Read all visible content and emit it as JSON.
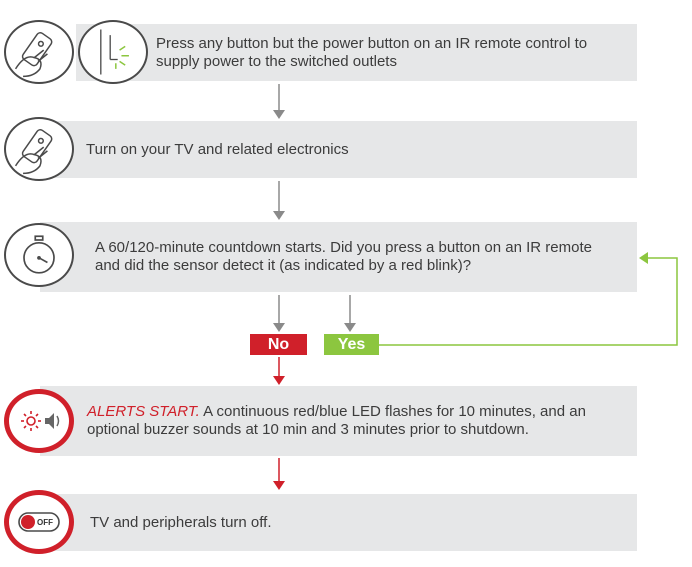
{
  "steps": [
    {
      "text": "Press any button but the power button on an IR remote control to supply power to the switched outlets",
      "icons": [
        "remote-control-hand-icon",
        "sensor-blink-icon"
      ]
    },
    {
      "text": "Turn on your TV and related electronics",
      "icons": [
        "remote-control-hand-icon"
      ]
    },
    {
      "text": "A 60/120-minute countdown starts. Did you press a button on an IR remote and did the sensor detect it (as indicated by a red blink)?",
      "icons": [
        "stopwatch-icon"
      ]
    },
    {
      "alert_prefix": "ALERTS START.",
      "text": " A continuous red/blue LED flashes for 10 minutes, and an optional buzzer sounds at 10 min and 3 minutes prior to shutdown.",
      "icons": [
        "led-speaker-icon"
      ]
    },
    {
      "text": "TV and peripherals turn off.",
      "icons": [
        "off-switch-icon"
      ],
      "icon_label": "OFF"
    }
  ],
  "branches": {
    "no_label": "No",
    "yes_label": "Yes"
  },
  "colors": {
    "red": "#d0202a",
    "green": "#8cc63f",
    "gray_arrow": "#8a8a8a",
    "bar_bg": "#e6e7e8"
  }
}
